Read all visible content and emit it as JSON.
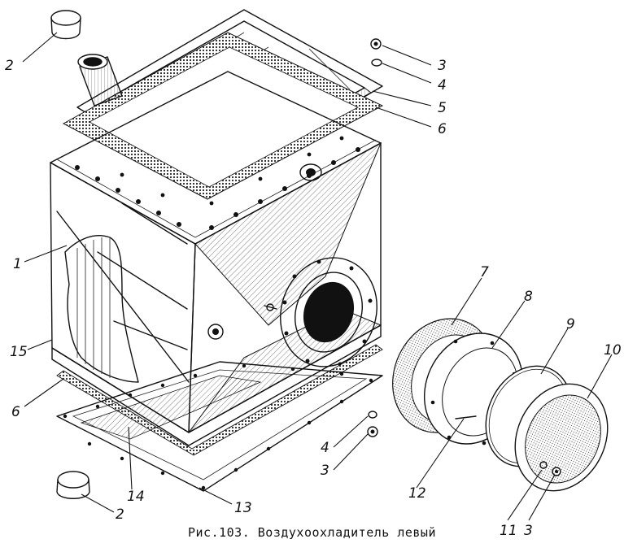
{
  "figure": {
    "caption": "Рис.103. Воздухоохладитель левый",
    "callouts": [
      {
        "id": "c-2-top",
        "text": "2"
      },
      {
        "id": "c-3-top",
        "text": "3"
      },
      {
        "id": "c-4-top",
        "text": "4"
      },
      {
        "id": "c-5",
        "text": "5"
      },
      {
        "id": "c-6-top",
        "text": "6"
      },
      {
        "id": "c-1",
        "text": "1"
      },
      {
        "id": "c-15",
        "text": "15"
      },
      {
        "id": "c-6-bot",
        "text": "6"
      },
      {
        "id": "c-7",
        "text": "7"
      },
      {
        "id": "c-8",
        "text": "8"
      },
      {
        "id": "c-9",
        "text": "9"
      },
      {
        "id": "c-10",
        "text": "10"
      },
      {
        "id": "c-4-bot",
        "text": "4"
      },
      {
        "id": "c-3-bot",
        "text": "3"
      },
      {
        "id": "c-12",
        "text": "12"
      },
      {
        "id": "c-14",
        "text": "14"
      },
      {
        "id": "c-13",
        "text": "13"
      },
      {
        "id": "c-2-bot",
        "text": "2"
      },
      {
        "id": "c-11",
        "text": "11"
      },
      {
        "id": "c-3-ring",
        "text": "3"
      }
    ]
  }
}
